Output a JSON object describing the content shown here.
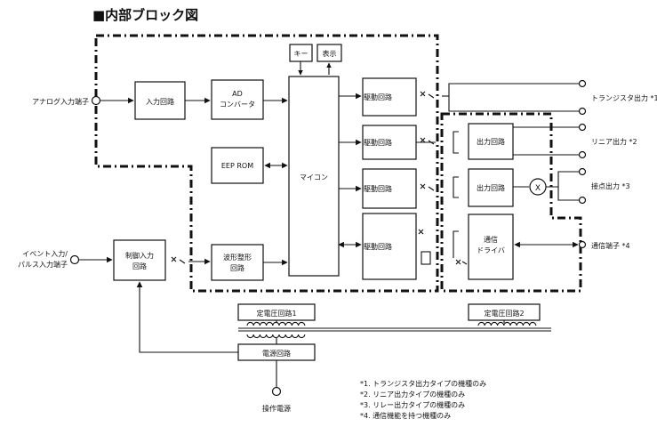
{
  "title": "■内部ブロック図",
  "blocks": {
    "input_circuit": "入力回路",
    "ad_converter": [
      "AD",
      "コンバータ"
    ],
    "key": "キー",
    "display": "表示",
    "microcontroller": "マイコン",
    "eeprom": "EEP ROM",
    "waveform_shaping": [
      "波形整形",
      "回路"
    ],
    "control_input": [
      "制御入力",
      "回路"
    ],
    "drive_circuits": [
      "駆動回路",
      "駆動回路",
      "駆動回路",
      "駆動回路"
    ],
    "output_circuits": [
      "出力回路",
      "出力回路"
    ],
    "comm_driver": [
      "通信",
      "ドライバ"
    ],
    "const_voltage_1": "定電圧回路1",
    "const_voltage_2": "定電圧回路2",
    "power_circuit": "電源回路"
  },
  "terminals": {
    "analog_input": "アナログ入力端子",
    "event_input": [
      "イベント入力/",
      "パルス入力端子"
    ],
    "transistor_output": "トランジスタ出力 *1",
    "linear_output": "リニア出力 *2",
    "contact_output": "接点出力 *3",
    "comm_terminal": "通信端子 *4",
    "operating_power": "操作電源"
  },
  "notes": [
    "*1. トランジスタ出力タイプの機種のみ",
    "*2. リニア出力タイプの機種のみ",
    "*3. リレー出力タイプの機種のみ",
    "*4. 通信機能を持つ機種のみ"
  ],
  "relay_symbol": "X"
}
